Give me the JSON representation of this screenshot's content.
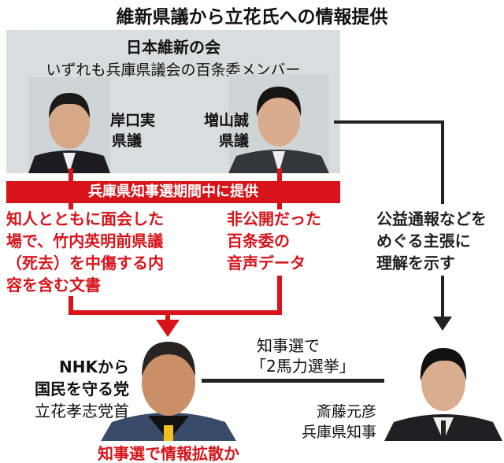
{
  "title": "維新県議から立花氏への情報提供",
  "group": {
    "party": "日本維新の会",
    "subtitle": "いずれも兵庫県議会の百条委メンバー"
  },
  "members": [
    {
      "name": "岸口実",
      "role": "県議"
    },
    {
      "name": "増山誠",
      "role": "県議"
    }
  ],
  "period_bar": "兵庫県知事選期間中に提供",
  "provided": {
    "document": [
      "知人とともに面会した",
      "場で、竹内英明前県議",
      "（死去）を中傷する内",
      "容を含む文書"
    ],
    "audio": [
      "非公開だった",
      "百条委の",
      "音声データ"
    ]
  },
  "support_note": [
    "公益通報などを",
    "めぐる主張に",
    "理解を示す"
  ],
  "tachibana": {
    "org_line1": "NHKから",
    "org_line2": "国民を守る党",
    "name": "立花孝志党首",
    "caption": "知事選で情報拡散か"
  },
  "election_note": {
    "line1": "知事選で",
    "line2": "「2馬力選挙」"
  },
  "saito": {
    "name": "斎藤元彦",
    "role": "兵庫県知事"
  },
  "colors": {
    "accent": "#d7141a",
    "box": "#d8dde0"
  }
}
